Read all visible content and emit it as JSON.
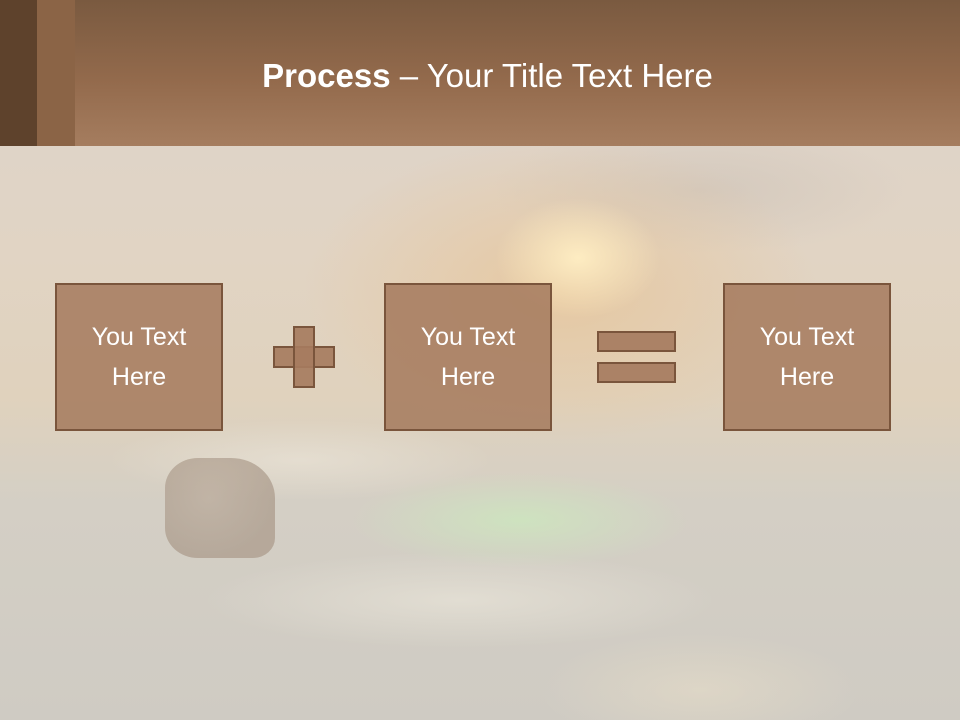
{
  "title": {
    "bold": "Process",
    "rest": " – Your Title Text Here"
  },
  "boxes": [
    {
      "line1": "You Text",
      "line2": "Here"
    },
    {
      "line1": "You Text",
      "line2": "Here"
    },
    {
      "line1": "You Text",
      "line2": "Here"
    }
  ],
  "operators": {
    "first": "plus-icon",
    "second": "equals-icon"
  },
  "colors": {
    "title_band": "#936a4c",
    "box_fill": "#a67c60",
    "box_border": "#7a553c",
    "text": "#ffffff"
  }
}
